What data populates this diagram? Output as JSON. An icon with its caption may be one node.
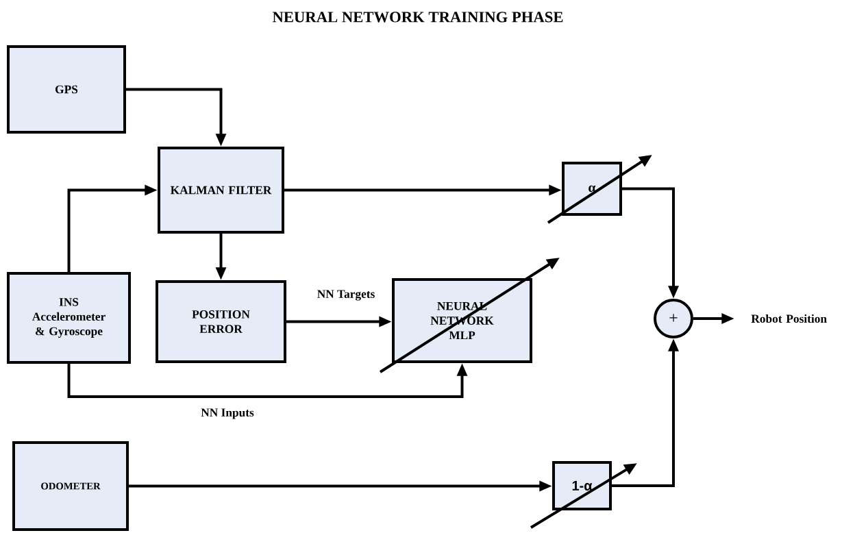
{
  "diagram": {
    "title": "NEURAL NETWORK TRAINING PHASE",
    "nodes": [
      {
        "text": [
          "GPS"
        ]
      },
      {
        "text": [
          "KALMAN FILTER"
        ]
      },
      {
        "text": [
          "α"
        ]
      },
      {
        "text": [
          "INS Accelerometer & Gyroscope"
        ]
      },
      {
        "text": [
          "POSITION ERROR"
        ]
      },
      {
        "text": [
          "NEURAL NETWORK MLP"
        ]
      },
      {
        "text": [
          "+"
        ]
      },
      {
        "text": [
          "Robot Position"
        ]
      },
      {
        "text": [
          "ODOMETER"
        ]
      },
      {
        "text": [
          "1-α"
        ]
      }
    ],
    "edges": [
      {
        "from": 0,
        "to": 1,
        "arrow": "to"
      },
      {
        "from": 3,
        "to": 1,
        "arrow": "to"
      },
      {
        "from": 1,
        "to": 2,
        "arrow": "to"
      },
      {
        "from": 1,
        "to": 4,
        "arrow": "to"
      },
      {
        "from": 4,
        "to": 5,
        "arrow": "to",
        "label": "NN Targets"
      },
      {
        "from": 3,
        "to": 5,
        "arrow": "to",
        "label": "NN Inputs"
      },
      {
        "from": 2,
        "to": 6,
        "arrow": "to"
      },
      {
        "from": 9,
        "to": 6,
        "arrow": "to"
      },
      {
        "from": 6,
        "to": 7,
        "arrow": "to"
      },
      {
        "from": 8,
        "to": 9,
        "arrow": "to"
      }
    ]
  }
}
